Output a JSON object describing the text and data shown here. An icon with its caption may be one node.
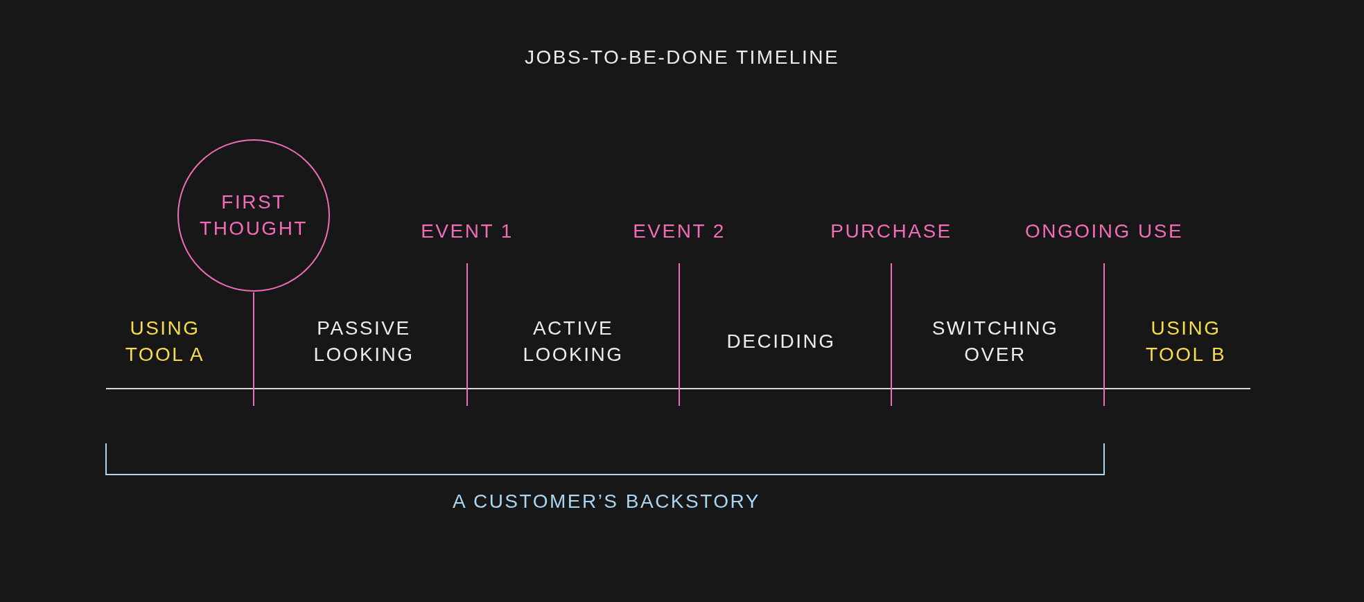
{
  "diagram": {
    "title": "JOBS-TO-BE-DONE TIMELINE",
    "nodes": [
      {
        "text": [
          "FIRST THOUGHT"
        ]
      }
    ],
    "labels": [
      "EVENT 1",
      "EVENT 2",
      "PURCHASE",
      "ONGOING USE",
      "USING TOOL A",
      "PASSIVE LOOKING",
      "ACTIVE LOOKING",
      "DECIDING",
      "SWITCHING OVER",
      "USING TOOL B",
      "A CUSTOMER’S BACKSTORY"
    ]
  }
}
